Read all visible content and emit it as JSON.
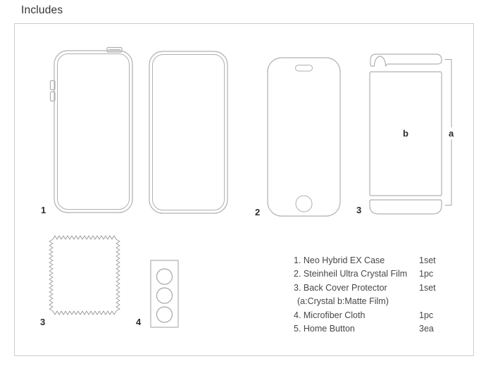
{
  "page": {
    "title": "Includes"
  },
  "diagram": {
    "labels": {
      "case": "1",
      "film": "2",
      "back_protector": "3",
      "back_protector_front": "b",
      "back_protector_side": "a",
      "cloth": "3",
      "home_buttons": "4"
    },
    "parts": [
      "neo-hybrid-case-frame-front",
      "neo-hybrid-case-frame-back",
      "screen-protector-film",
      "back-cover-protector",
      "microfiber-cloth",
      "home-button-sheet"
    ]
  },
  "includes_list": {
    "items": [
      {
        "name": "1. Neo Hybrid EX Case",
        "qty": "1set"
      },
      {
        "name": "2. Steinheil Ultra Crystal Film",
        "qty": "1pc"
      },
      {
        "name": "3. Back Cover Protector",
        "qty": "1set"
      },
      {
        "name": "(a:Crystal b:Matte Film)",
        "qty": ""
      },
      {
        "name": "4. Microfiber Cloth",
        "qty": "1pc"
      },
      {
        "name": "5. Home Button",
        "qty": "3ea"
      }
    ]
  },
  "colors": {
    "line_art": "#b0b0b0",
    "line_art_dark": "#9c9c9c",
    "box_border": "#cccccc",
    "label_text": "#2b2b2b",
    "list_text": "#474747"
  }
}
